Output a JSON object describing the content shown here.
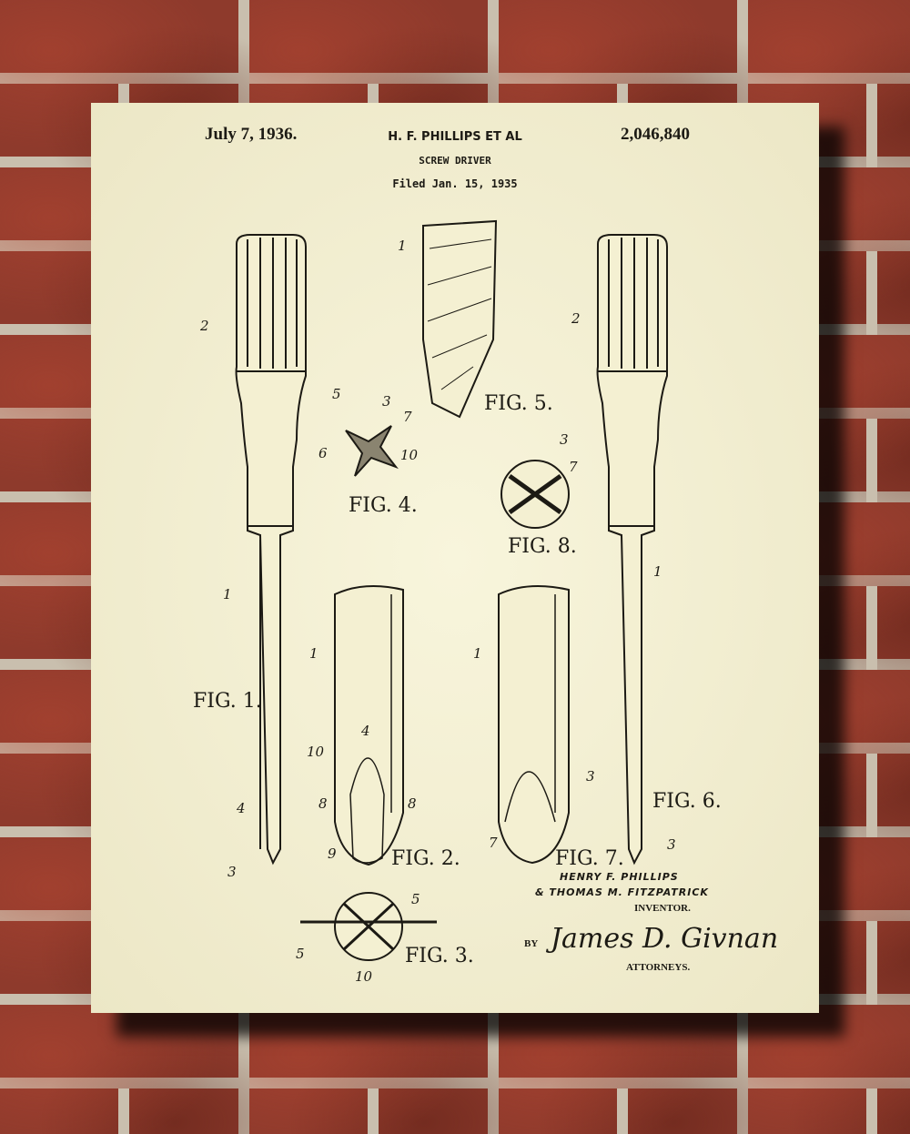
{
  "scene": {
    "wall": "brick-wall",
    "colors": {
      "brick": "#8e3a2c",
      "mortar": "#c9bfae",
      "paper": "#f4f0d2",
      "ink": "#1c1a14"
    }
  },
  "patent": {
    "date": "July 7, 1936.",
    "inventor_header": "H. F. PHILLIPS ET AL",
    "title": "SCREW DRIVER",
    "filed": "Filed Jan. 15, 1935",
    "number": "2,046,840",
    "inventors": [
      "HENRY F. PHILLIPS",
      "& THOMAS M. FITZPATRICK"
    ],
    "inventor_caption": "INVENTOR.",
    "by": "BY",
    "signature": "James D. Givnan",
    "attorneys_caption": "ATTORNEYS.",
    "figures": [
      "FIG. 1.",
      "FIG. 2.",
      "FIG. 3.",
      "FIG. 4.",
      "FIG. 5.",
      "FIG. 6.",
      "FIG. 7.",
      "FIG. 8."
    ],
    "numerals": [
      "1",
      "2",
      "3",
      "4",
      "5",
      "6",
      "7",
      "8",
      "9",
      "10"
    ]
  }
}
